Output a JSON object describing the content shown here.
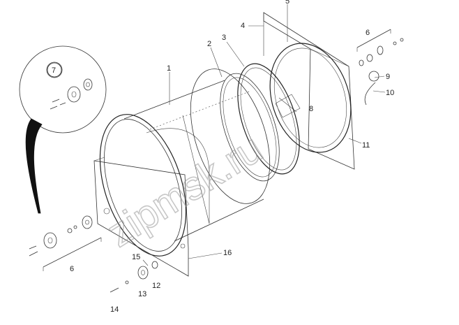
{
  "diagram": {
    "callouts": [
      {
        "id": "c1",
        "text": "1"
      },
      {
        "id": "c2",
        "text": "2"
      },
      {
        "id": "c3",
        "text": "3"
      },
      {
        "id": "c4",
        "text": "4"
      },
      {
        "id": "c5",
        "text": "5"
      },
      {
        "id": "c6a",
        "text": "6"
      },
      {
        "id": "c6b",
        "text": "6"
      },
      {
        "id": "c7",
        "text": "7"
      },
      {
        "id": "c8",
        "text": "8"
      },
      {
        "id": "c9",
        "text": "9"
      },
      {
        "id": "c10",
        "text": "10"
      },
      {
        "id": "c11",
        "text": "11"
      },
      {
        "id": "c12",
        "text": "12"
      },
      {
        "id": "c13",
        "text": "13"
      },
      {
        "id": "c14",
        "text": "14"
      },
      {
        "id": "c15",
        "text": "15"
      },
      {
        "id": "c16",
        "text": "16"
      }
    ],
    "watermark": "zipmsk.ru"
  }
}
